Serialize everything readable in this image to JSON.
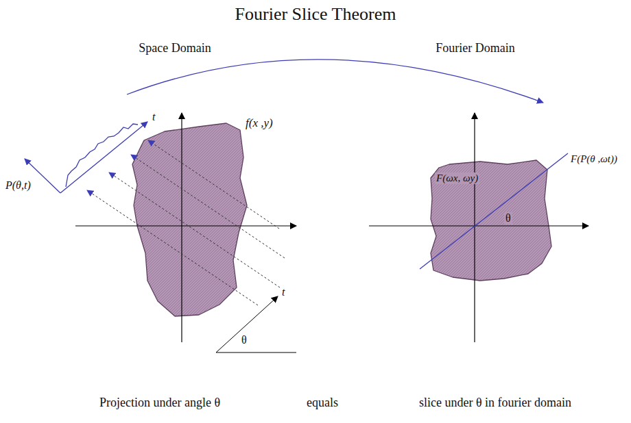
{
  "diagram": {
    "title": "Fourier Slice Theorem",
    "nodes": [
      {
        "text": [
          "f(x ,y)"
        ]
      },
      {
        "text": [
          "F(ωx, ωy)",
          "θ"
        ]
      }
    ],
    "labels": [
      "Space Domain",
      "Fourier Domain",
      "P(θ,t)",
      "t",
      "t",
      "θ",
      "F(P(θ ,ωt))",
      "Projection under angle θ",
      "equals",
      "slice under θ in fourier domain"
    ]
  }
}
